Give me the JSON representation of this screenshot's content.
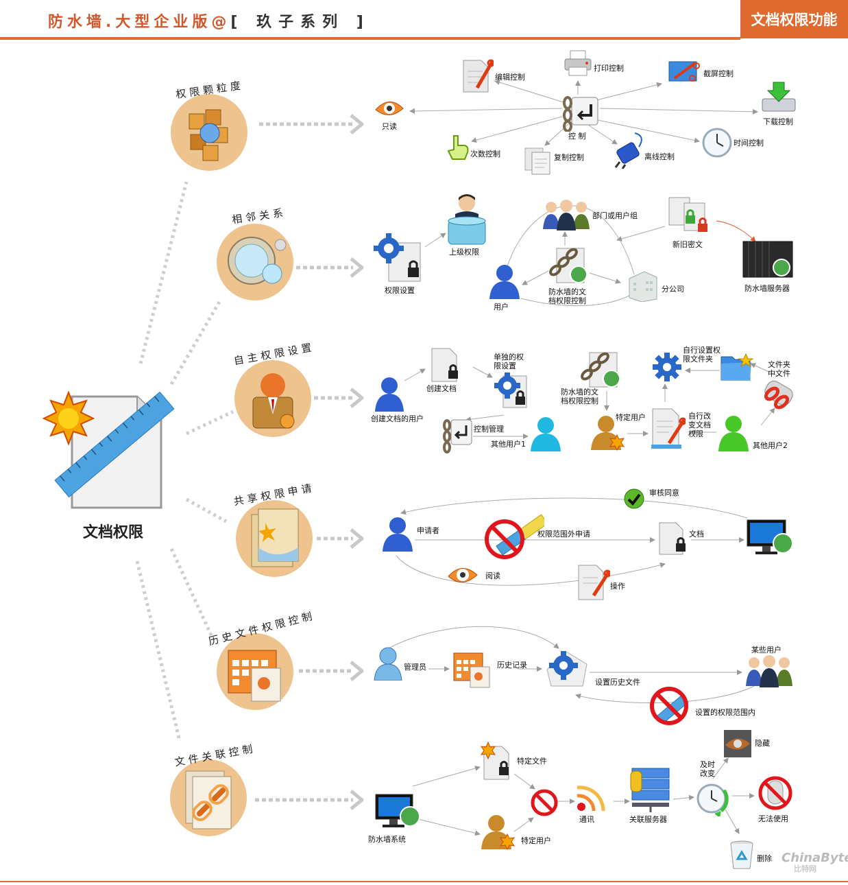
{
  "header": {
    "title_main": "防水墙.大型企业版@",
    "title_sub": "[ 玖子系列 ]",
    "badge": "文档权限功能"
  },
  "main_label": "文档权限",
  "categories": [
    {
      "label": "权限颗粒度"
    },
    {
      "label": "相邻关系"
    },
    {
      "label": "自主权限设置"
    },
    {
      "label": "共享权限申请"
    },
    {
      "label": "历史文件权限控制"
    },
    {
      "label": "文件关联控制"
    }
  ],
  "row1": {
    "readonly": "只读",
    "edit": "编辑控制",
    "print": "打印控制",
    "screenshot": "截屏控制",
    "download": "下载控制",
    "control": "控 制",
    "count": "次数控制",
    "copy": "复制控制",
    "offline": "离线控制",
    "time": "时间控制"
  },
  "row2": {
    "perm_setting": "权限设置",
    "superior": "上级权限",
    "dept": "部门或用户组",
    "old_new": "新旧密文",
    "server": "防水墙服务器",
    "user": "用户",
    "doc_perm_1": "防水墙的文",
    "doc_perm_2": "档权限控制",
    "branch": "分公司"
  },
  "row3": {
    "creator": "创建文档的用户",
    "create_doc": "创建文档",
    "single_1": "单独的权",
    "single_2": "限设置",
    "control_mgmt": "控制管理",
    "other1": "其他用户1",
    "doc_perm_1": "防水墙的文",
    "doc_perm_2": "档权限控制",
    "specific_user": "特定用户",
    "self_folder_1": "自行设置权",
    "self_folder_2": "限文件夹",
    "folder_file_1": "文件夹",
    "folder_file_2": "中文件",
    "self_change_1": "自行改",
    "self_change_2": "变文档",
    "self_change_3": "权限",
    "other2": "其他用户2"
  },
  "row4": {
    "approve": "审核同意",
    "applicant": "申请者",
    "out_of_scope": "权限范围外申请",
    "document": "文档",
    "read": "阅读",
    "operate": "操作"
  },
  "row5": {
    "admin": "管理员",
    "history": "历史记录",
    "set_history": "设置历史文件",
    "some_users": "某些用户",
    "in_scope": "设置的权限范围内"
  },
  "row6": {
    "specific_file": "特定文件",
    "specific_user": "特定用户",
    "fw_system": "防水墙系统",
    "comm": "通讯",
    "assoc_server": "关联服务器",
    "timely_1": "及时",
    "timely_2": "改变",
    "hide": "隐藏",
    "unusable": "无法使用",
    "delete": "删除"
  },
  "watermark": {
    "brand": "ChinaByte",
    "sub": "比特网"
  },
  "colors": {
    "accent": "#df6a2f",
    "circle": "#eec38d",
    "arrow": "#c8c8c8",
    "dots": "#cfcfcf",
    "blue_user": "#2f5fd0",
    "red_ban": "#e0161c"
  }
}
